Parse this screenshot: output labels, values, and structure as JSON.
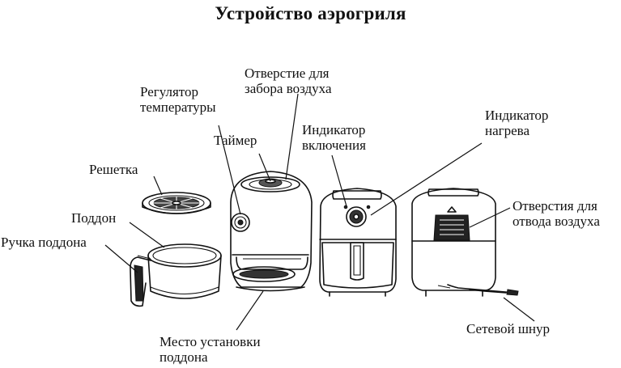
{
  "title": "Устройство аэрогриля",
  "labels": {
    "air_intake_line1": "Отверстие для",
    "air_intake_line2": "забора воздуха",
    "temp_regulator_line1": "Регулятор",
    "temp_regulator_line2": "температуры",
    "timer": "Таймер",
    "power_indicator_line1": "Индикатор",
    "power_indicator_line2": "включения",
    "heat_indicator_line1": "Индикатор",
    "heat_indicator_line2": "нагрева",
    "grill": "Решетка",
    "pan": "Поддон",
    "pan_handle": "Ручка поддона",
    "air_outlet_line1": "Отверстия для",
    "air_outlet_line2": "отвода воздуха",
    "pan_place_line1": "Место установки",
    "pan_place_line2": "поддона",
    "power_cord": "Сетевой шнур"
  }
}
